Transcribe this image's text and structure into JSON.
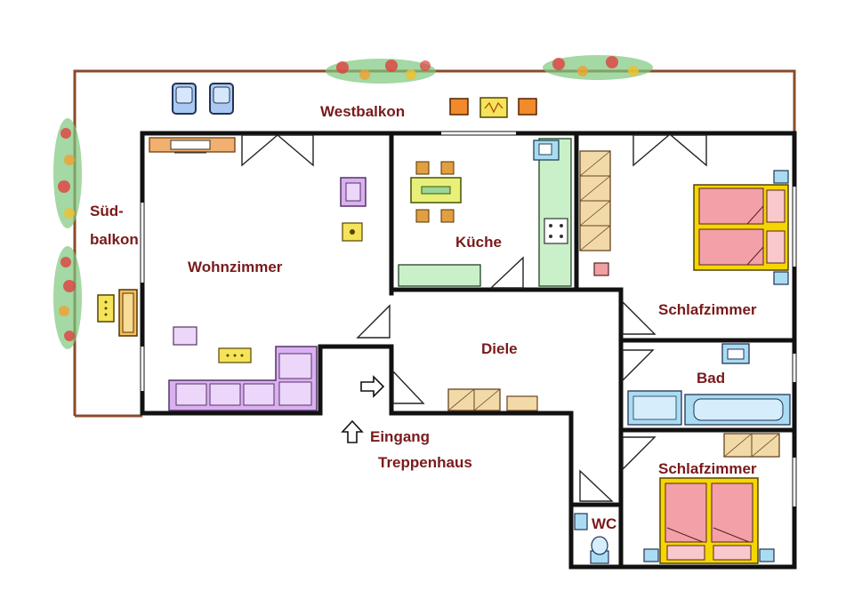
{
  "colors": {
    "label_text": "#7a1a1a",
    "wall": "#111111",
    "balcony_rail": "#8b4a2b",
    "bed": "#f3a0a8",
    "bed_frame": "#f5d600",
    "sofa": "#d9b0f0",
    "kitchen_counter": "#c9f0c9",
    "bath": "#a9dcf2",
    "wardrobe": "#f2d9a8",
    "table": "#e8f07a"
  },
  "rooms": {
    "westbalkon": "Westbalkon",
    "suedbalkon_line1": "Süd-",
    "suedbalkon_line2": "balkon",
    "wohnzimmer": "Wohnzimmer",
    "kueche": "Küche",
    "schlafzimmer_top": "Schlafzimmer",
    "diele": "Diele",
    "bad": "Bad",
    "schlafzimmer_bottom": "Schlafzimmer",
    "wc": "WC"
  },
  "entrance": {
    "line1": "Eingang",
    "line2": "Treppenhaus",
    "arrow_up_icon": "arrow-up-icon",
    "arrow_right_icon": "arrow-right-icon"
  }
}
